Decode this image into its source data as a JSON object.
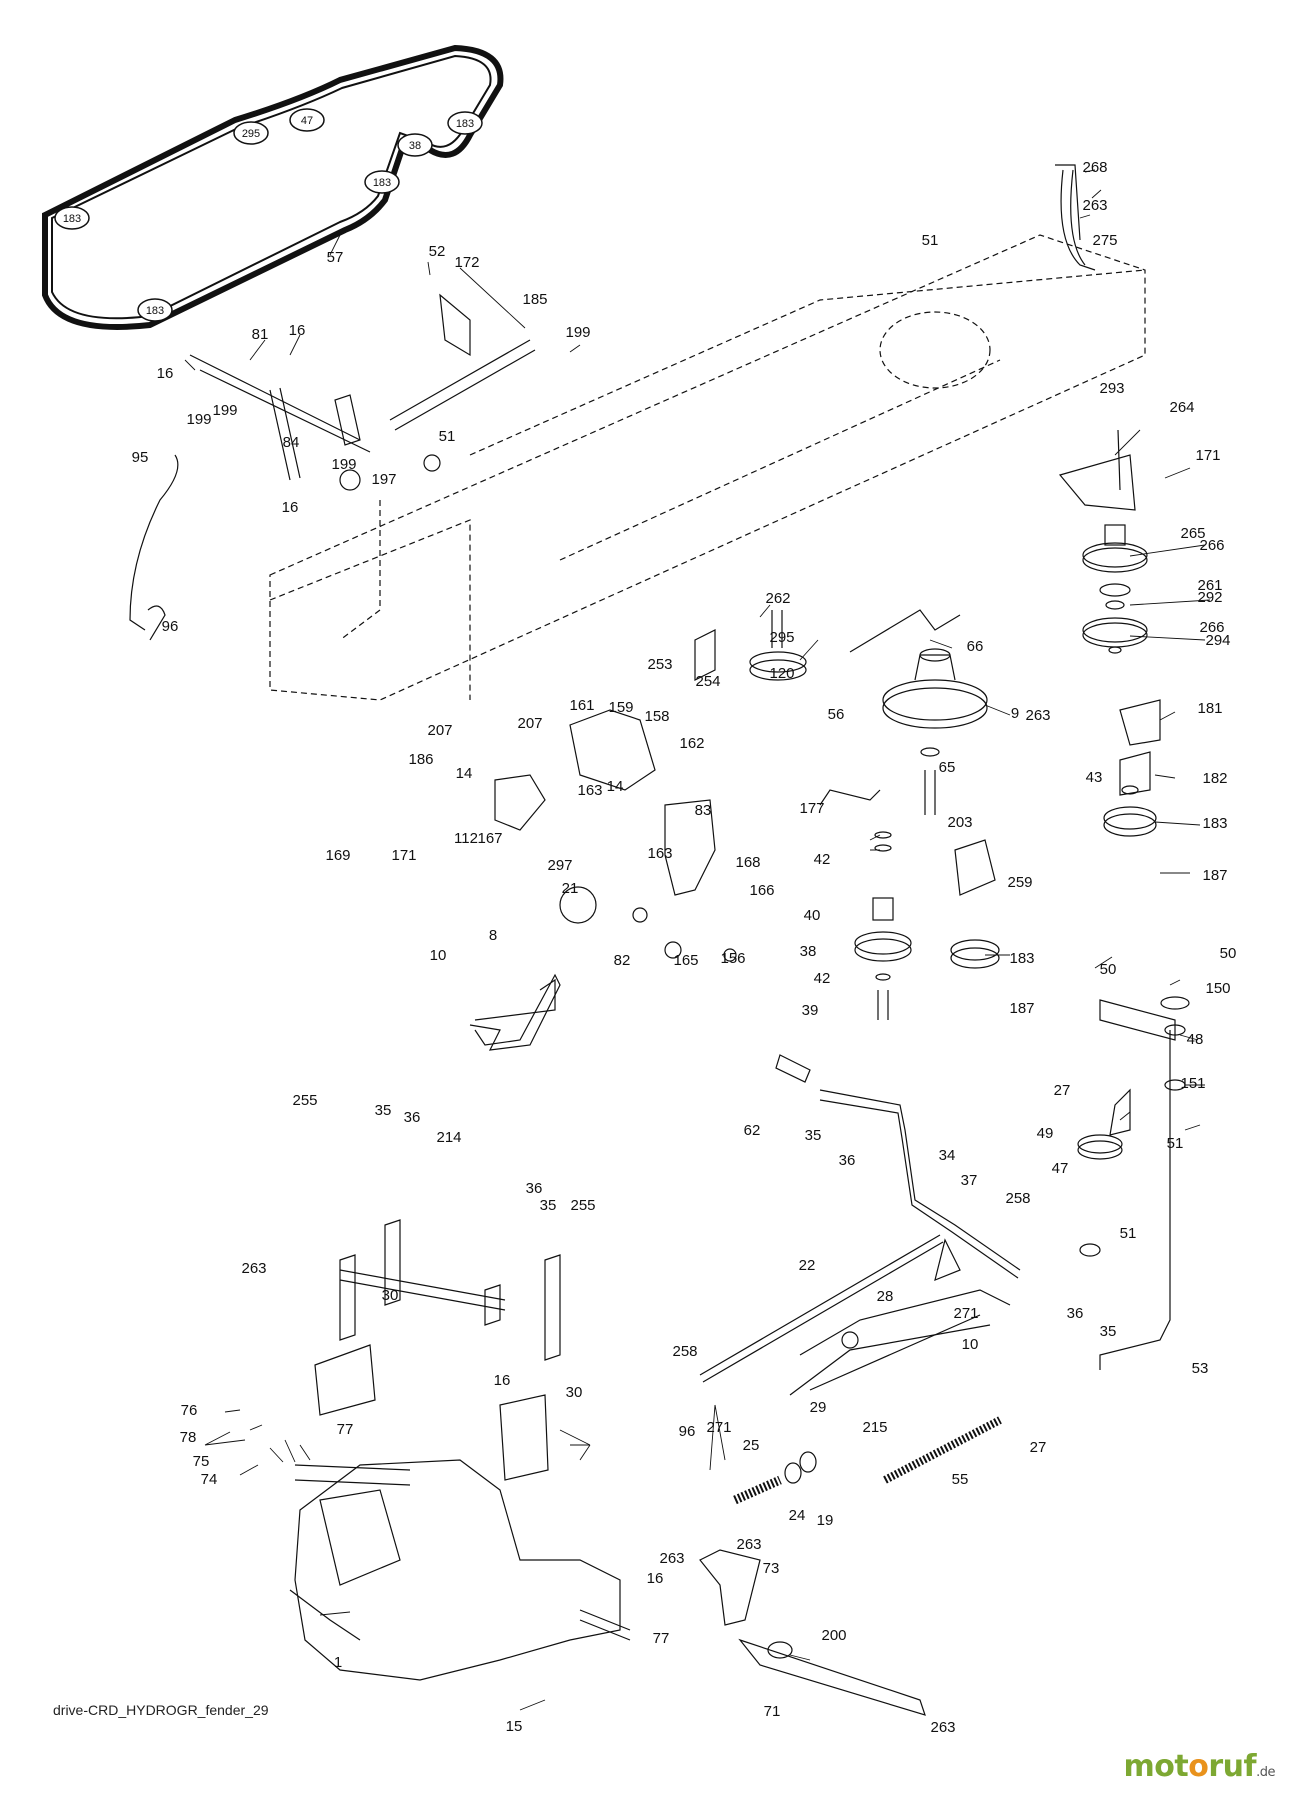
{
  "caption": "drive-CRD_HYDROGR_fender_29",
  "brand": {
    "prefix": "mot",
    "accent": "o",
    "suffix": "ruf",
    "tld": ".de"
  },
  "colors": {
    "line": "#111111",
    "brand_green": "#7da832",
    "brand_orange": "#e9921c"
  },
  "belt_labels": [
    "183",
    "295",
    "47",
    "183",
    "38",
    "183",
    "183",
    "183"
  ],
  "labels": [
    "57",
    "52",
    "172",
    "185",
    "199",
    "81",
    "16",
    "16",
    "199",
    "199",
    "84",
    "51",
    "199",
    "197",
    "16",
    "95",
    "96",
    "268",
    "263",
    "275",
    "51",
    "293",
    "264",
    "171",
    "265",
    "266",
    "261",
    "292",
    "266",
    "294",
    "262",
    "295",
    "120",
    "253",
    "254",
    "56",
    "66",
    "9",
    "263",
    "181",
    "65",
    "43",
    "182",
    "183",
    "187",
    "207",
    "161",
    "159",
    "158",
    "186",
    "14",
    "162",
    "207",
    "163",
    "112",
    "14",
    "169",
    "171",
    "167",
    "297",
    "83",
    "163",
    "168",
    "166",
    "177",
    "203",
    "259",
    "42",
    "40",
    "38",
    "42",
    "39",
    "21",
    "82",
    "165",
    "156",
    "183",
    "187",
    "8",
    "10",
    "50",
    "50",
    "150",
    "48",
    "27",
    "151",
    "62",
    "35",
    "36",
    "49",
    "51",
    "47",
    "34",
    "37",
    "51",
    "255",
    "35",
    "36",
    "214",
    "36",
    "35",
    "255",
    "258",
    "22",
    "28",
    "36",
    "35",
    "263",
    "30",
    "271",
    "10",
    "53",
    "258",
    "29",
    "215",
    "27",
    "16",
    "30",
    "76",
    "77",
    "78",
    "75",
    "74",
    "96",
    "271",
    "25",
    "263",
    "24",
    "19",
    "55",
    "263",
    "73",
    "16",
    "77",
    "1",
    "200",
    "15",
    "71",
    "263"
  ]
}
